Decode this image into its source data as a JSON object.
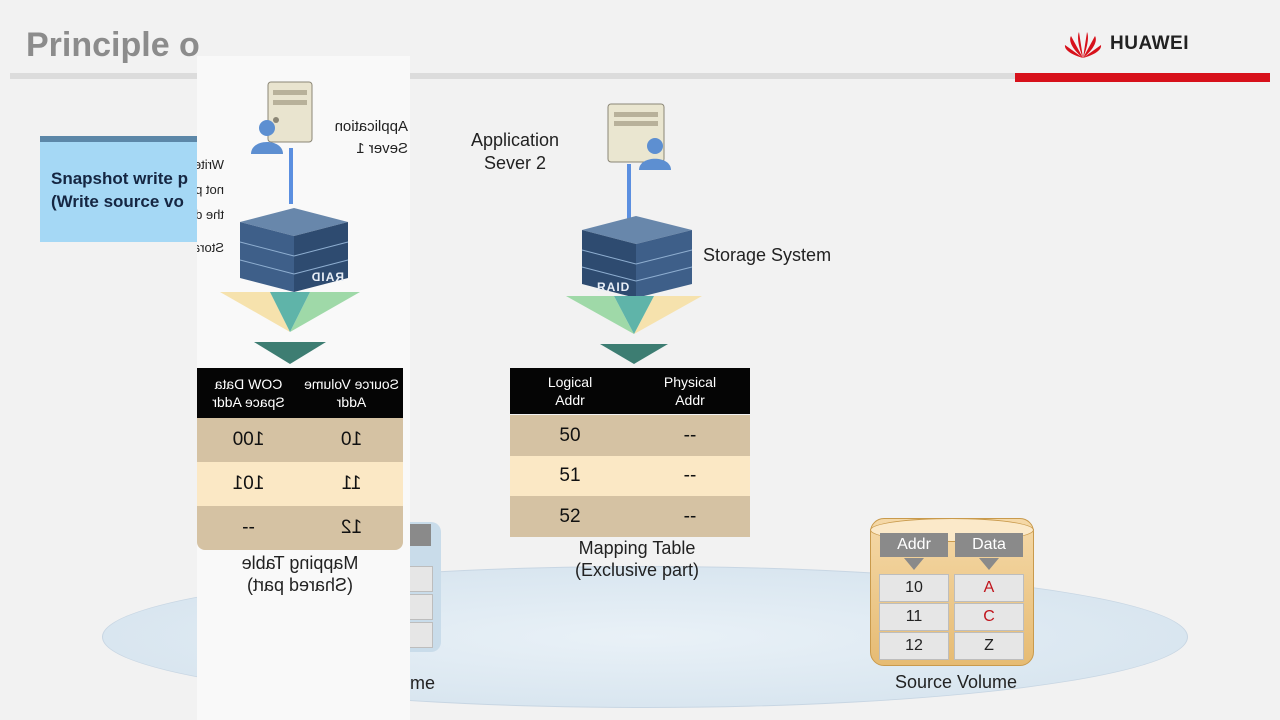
{
  "header": {
    "title": "Principle o",
    "brand": "HUAWEI"
  },
  "callout": {
    "line1": "Snapshot write p",
    "line2": "(Write source vo"
  },
  "mirrored": {
    "server_label_line1": "Application",
    "server_label_line2": "Sever 1",
    "side_lines": [
      "Writes",
      "not per",
      "the da",
      "Storag"
    ],
    "raid": "RAID",
    "table": {
      "col1": [
        "Source Volume",
        "Addr"
      ],
      "col2": [
        "COW Data",
        "Space Addr"
      ],
      "rows": [
        {
          "src": "10",
          "cow": "100"
        },
        {
          "src": "11",
          "cow": "101"
        },
        {
          "src": "12",
          "cow": "--"
        }
      ],
      "caption_line1": "Mapping Table",
      "caption_line2": "(Shared part)"
    }
  },
  "right": {
    "server_label_line1": "Application",
    "server_label_line2": "Sever 2",
    "storage_label": "Storage System",
    "raid": "RAID",
    "table": {
      "col1": [
        "Logical",
        "Addr"
      ],
      "col2": [
        "Physical",
        "Addr"
      ],
      "rows": [
        {
          "logical": "50",
          "physical": "--"
        },
        {
          "logical": "51",
          "physical": "--"
        },
        {
          "logical": "52",
          "physical": "--"
        }
      ],
      "caption_line1": "Mapping Table",
      "caption_line2": "(Exclusive part)"
    }
  },
  "volumes": {
    "left_label_fragment": "me",
    "source": {
      "label": "Source Volume",
      "addr_header": "Addr",
      "data_header": "Data",
      "rows": [
        {
          "addr": "10",
          "data": "A"
        },
        {
          "addr": "11",
          "data": "C"
        },
        {
          "addr": "12",
          "data": "Z"
        }
      ]
    }
  },
  "colors": {
    "accent_red": "#d7111b",
    "callout_blue": "#a5d8f5",
    "data_red": "#c0141c"
  }
}
